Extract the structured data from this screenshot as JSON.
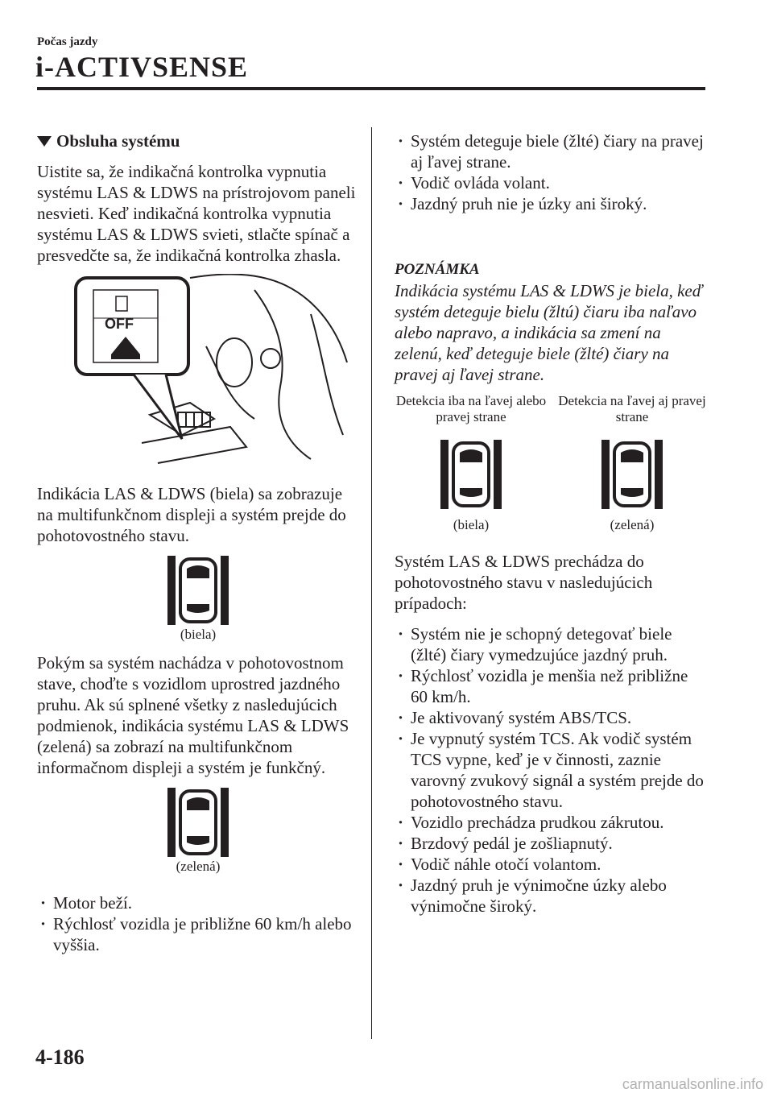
{
  "header": {
    "subtitle": "Počas jazdy",
    "title": "i-ACTIVSENSE"
  },
  "left": {
    "heading": "Obsluha systému",
    "p1": "Uistite sa, že indikačná kontrolka vypnutia systému LAS & LDWS na prístrojovom paneli nesvieti. Keď indikačná kontrolka vypnutia systému LAS & LDWS svieti, stlačte spínač a presvedčte sa, že indikačná kontrolka zhasla.",
    "illustration_label": "OFF",
    "p2": "Indikácia LAS & LDWS (biela) sa zobrazuje na multifunkčnom displeji a systém prejde do pohotovostného stavu.",
    "caption_white": "(biela)",
    "p3": "Pokým sa systém nachádza v pohotovostnom stave, choďte s vozidlom uprostred jazdného pruhu. Ak sú splnené všetky z nasledujúcich podmienok, indikácia systému LAS & LDWS (zelená) sa zobrazí na multifunkčnom informačnom displeji a systém je funkčný.",
    "caption_green": "(zelená)",
    "bullets": [
      "Motor beží.",
      "Rýchlosť vozidla je približne 60 km/h alebo vyššia."
    ]
  },
  "right": {
    "bullets_top": [
      "Systém deteguje biele (žlté) čiary na pravej aj ľavej strane.",
      "Vodič ovláda volant.",
      "Jazdný pruh nie je úzky ani široký."
    ],
    "note_title": "POZNÁMKA",
    "note_body": "Indikácia systému LAS & LDWS je biela, keď systém deteguje bielu (žltú) čiaru iba naľavo alebo napravo, a indikácia sa zmení na zelenú, keď deteguje biele (žlté) čiary na pravej aj ľavej strane.",
    "fig1_caption_top": "Detekcia iba na ľavej alebo pravej strane",
    "fig1_caption_bottom": "(biela)",
    "fig2_caption_top": "Detekcia na ľavej aj pravej strane",
    "fig2_caption_bottom": "(zelená)",
    "p_standby": "Systém LAS & LDWS prechádza do pohotovostného stavu v nasledujúcich prípadoch:",
    "bullets_bottom": [
      "Systém nie je schopný detegovať biele (žlté) čiary vymedzujúce jazdný pruh.",
      "Rýchlosť vozidla je menšia než približne 60 km/h.",
      "Je aktivovaný systém ABS/TCS.",
      "Je vypnutý systém TCS. Ak vodič systém TCS vypne, keď je v činnosti, zaznie varovný zvukový signál a systém prejde do pohotovostného stavu.",
      "Vozidlo prechádza prudkou zákrutou.",
      "Brzdový pedál je zošliapnutý.",
      "Vodič náhle otočí volantom.",
      "Jazdný pruh je výnimočne úzky alebo výnimočne široký."
    ]
  },
  "footer": {
    "page_number": "4-186",
    "watermark": "carmanualsonline.info"
  }
}
